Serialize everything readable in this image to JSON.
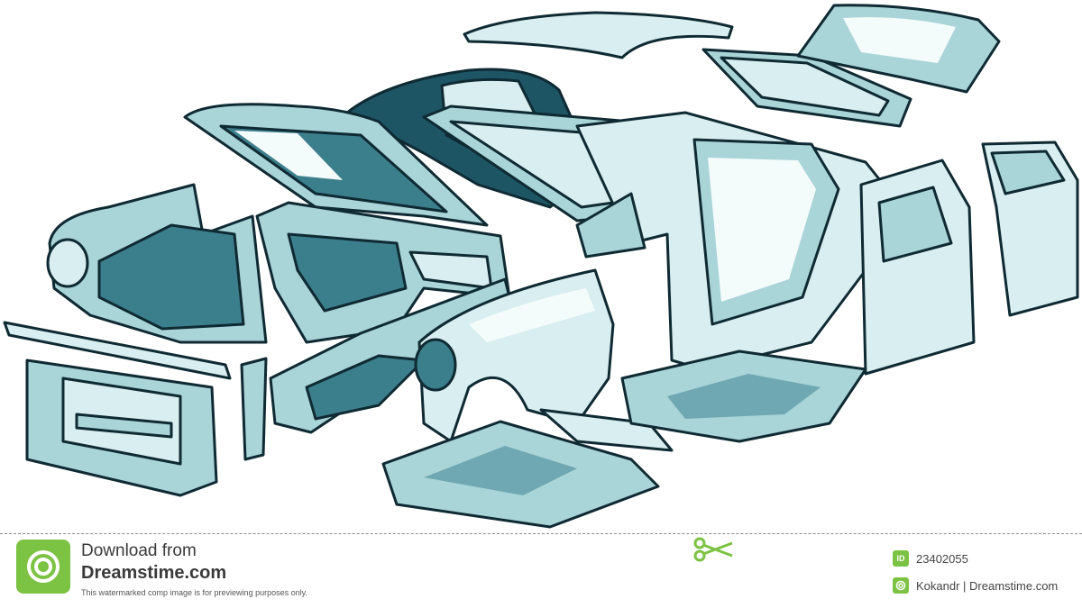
{
  "footer": {
    "download_text": "Download from",
    "brand_text": "Dreamstime.com",
    "disclaimer": "This watermarked comp image is for previewing purposes only.",
    "id_label": "ID",
    "image_id": "23402055",
    "author_credit": "Kokandr | Dreamstime.com",
    "accent_color": "#7cc243"
  },
  "illustration": {
    "subject": "exploded view of car body parts",
    "fill_color": "#a9d4d8",
    "shadow_color": "#1d5565",
    "outline_color": "#0f2a33"
  },
  "icons": [
    "dreamstime-logo-icon",
    "scissors-icon",
    "id-icon",
    "author-icon"
  ]
}
